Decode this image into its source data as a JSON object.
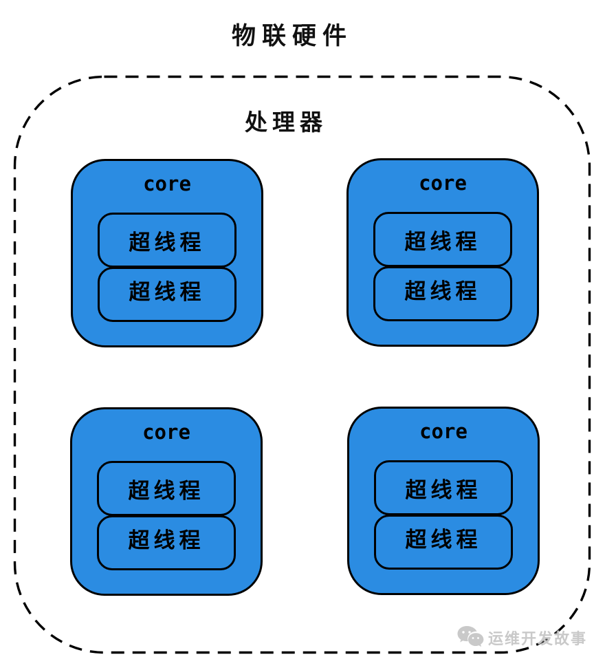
{
  "title": "物联硬件",
  "processor": {
    "label": "处理器",
    "cores": [
      {
        "label": "core",
        "threads": [
          "超线程",
          "超线程"
        ]
      },
      {
        "label": "core",
        "threads": [
          "超线程",
          "超线程"
        ]
      },
      {
        "label": "core",
        "threads": [
          "超线程",
          "超线程"
        ]
      },
      {
        "label": "core",
        "threads": [
          "超线程",
          "超线程"
        ]
      }
    ]
  },
  "watermark": {
    "text": "运维开发故事",
    "icon": "wechat-chat-bubbles-icon"
  },
  "colors": {
    "core_fill": "#2b8ce2",
    "outline": "#000000",
    "watermark_gray": "#c9c9c9",
    "background": "#ffffff"
  }
}
